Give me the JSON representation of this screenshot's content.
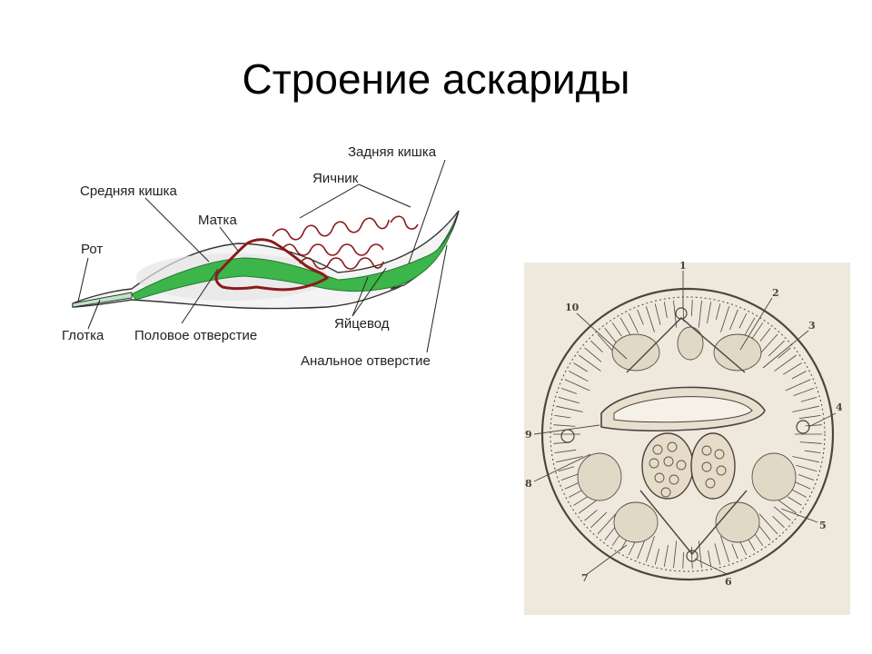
{
  "title": "Строение аскариды",
  "longitudinal_labels": {
    "mouth": "Рот",
    "pharynx": "Глотка",
    "midgut": "Средняя кишка",
    "uterus": "Матка",
    "genital_opening": "Половое отверстие",
    "ovary": "Яичник",
    "hindgut": "Задняя кишка",
    "oviduct": "Яйцевод",
    "anal_opening": "Анальное отверстие"
  },
  "cross_section_numbers": [
    "1",
    "2",
    "3",
    "4",
    "5",
    "6",
    "7",
    "8",
    "9",
    "10"
  ],
  "colors": {
    "intestine": "#3cb54a",
    "reproductive": "#8b1a1a",
    "section_background": "#efe8dc"
  }
}
